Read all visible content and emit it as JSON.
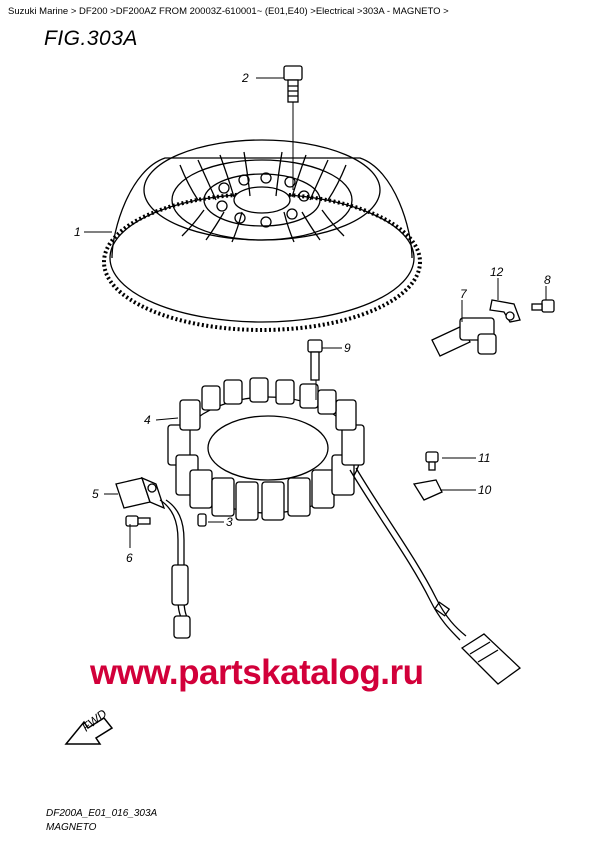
{
  "breadcrumb": "Suzuki Marine > DF200 >DF200AZ FROM 20003Z-610001~ (E01,E40) >Electrical >303A - MAGNETO >",
  "figure_title": "FIG.303A",
  "callouts": {
    "c1": "1",
    "c2": "2",
    "c3": "3",
    "c4": "4",
    "c5": "5",
    "c6": "6",
    "c7": "7",
    "c8": "8",
    "c9": "9",
    "c10": "10",
    "c11": "11",
    "c12": "12"
  },
  "fwd_label": "FWD",
  "watermark": "www.partskatalog.ru",
  "footer": {
    "code": "DF200A_E01_016_303A",
    "name": "MAGNETO"
  },
  "colors": {
    "watermark": "#d2003a",
    "line": "#000000"
  }
}
